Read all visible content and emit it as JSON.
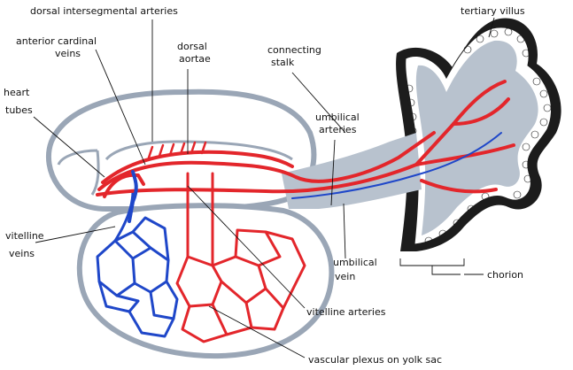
{
  "labels": {
    "dorsal_intersegmental_arteries": "dorsal intersegmental arteries",
    "tertiary_villus": "tertiary villus",
    "anterior_cardinal_veins_1": "anterior cardinal",
    "anterior_cardinal_veins_2": "veins",
    "dorsal_aortae_1": "dorsal",
    "dorsal_aortae_2": "aortae",
    "connecting_stalk_1": "connecting",
    "connecting_stalk_2": "stalk",
    "heart_tubes_1": "heart",
    "heart_tubes_2": "tubes",
    "umbilical_arteries_1": "umbilical",
    "umbilical_arteries_2": "arteries",
    "vitelline_veins_1": "vitelline",
    "vitelline_veins_2": "veins",
    "umbilical_vein_1": "umbilical",
    "umbilical_vein_2": "vein",
    "chorion": "chorion",
    "vitelline_arteries": "vitelline arteries",
    "vascular_plexus": "vascular plexus on yolk sac"
  },
  "colors": {
    "artery": "#e3262b",
    "vein": "#1f47c9",
    "membrane": "#9aa6b6",
    "tissue": "#b8c2ce",
    "trophoblast": "#1c1c1c"
  }
}
